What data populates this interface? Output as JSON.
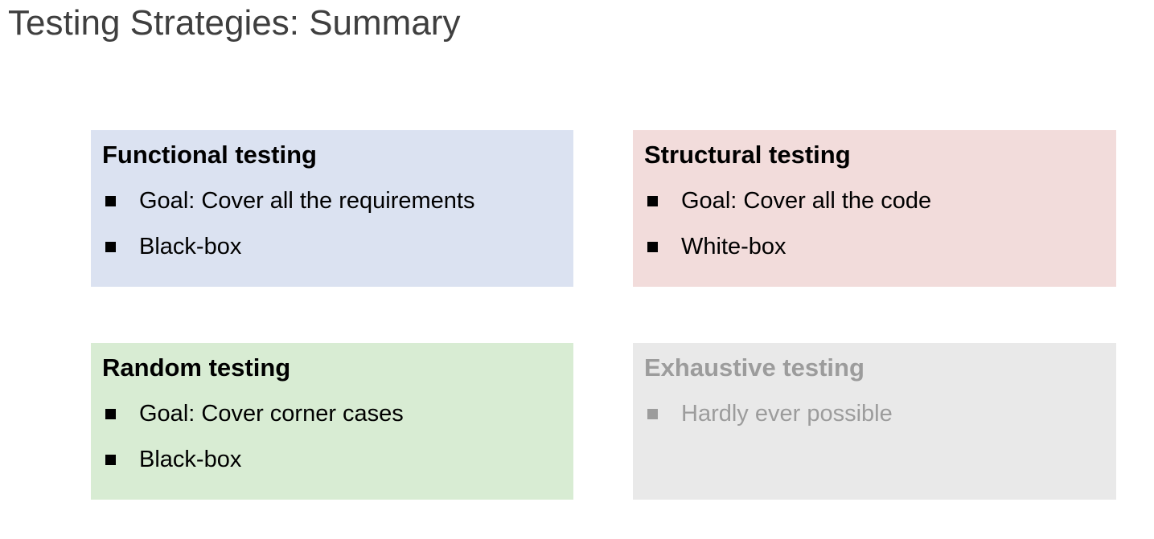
{
  "slide": {
    "title": "Testing Strategies: Summary",
    "title_color": "#3f3f3f",
    "boxes": [
      {
        "heading": "Functional testing",
        "bullets": [
          "Goal: Cover all the requirements",
          "Black-box"
        ],
        "bg": "#dbe2f1",
        "text_color": "#000000"
      },
      {
        "heading": "Structural testing",
        "bullets": [
          "Goal: Cover all the code",
          "White-box"
        ],
        "bg": "#f2dcdb",
        "text_color": "#000000"
      },
      {
        "heading": "Random testing",
        "bullets": [
          "Goal: Cover corner cases",
          "Black-box"
        ],
        "bg": "#d8ecd3",
        "text_color": "#000000"
      },
      {
        "heading": "Exhaustive testing",
        "bullets": [
          "Hardly ever possible"
        ],
        "bg": "#e9e9e9",
        "text_color": "#9c9c9c"
      }
    ]
  }
}
